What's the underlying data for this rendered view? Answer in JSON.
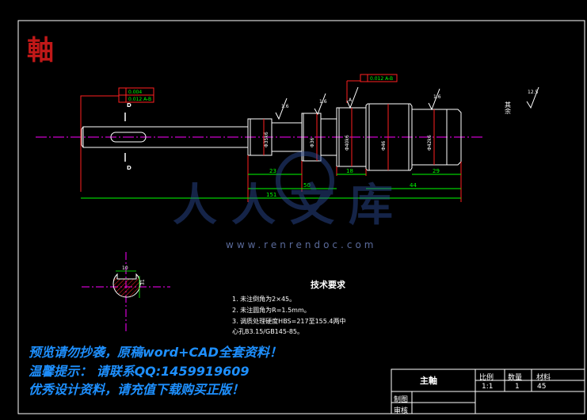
{
  "stamp": "軸",
  "section_label_top": "D",
  "section_label_bottom": "D",
  "tolerances": {
    "frame1_row1": "0.004",
    "frame1_row2": "0.012 A-B",
    "frame2": "0.012 A-B"
  },
  "roughness": [
    "1.6",
    "1.6",
    "1.6",
    "1.6",
    "12.5"
  ],
  "roughness_note": "其余",
  "datum_a": "A",
  "datum_b": "B",
  "diameters": [
    "Φ35k6",
    "Φ36",
    "Φ40k6",
    "Φ46",
    "Φ42k6"
  ],
  "dimensions": {
    "d23": "23",
    "d18": "18",
    "d29": "29",
    "d50": "50",
    "d44": "44",
    "d151": "151"
  },
  "section_dims": {
    "width": "10",
    "depth": "31"
  },
  "requirements": {
    "title": "技术要求",
    "items": [
      "1. 未注倒角为2×45。",
      "2. 未注圆角为R=1.5mm。",
      "3. 调质处理硬度HBS=217至155.4两中",
      "心孔B3.15/GB145-85。"
    ]
  },
  "notices": [
    "预览请勿抄袭，原稿word+CAD全套资料！",
    "温馨提示： 请联系QQ:1459919609",
    "优秀设计资料，请充值下载购买正版！"
  ],
  "watermark": {
    "text": "人人文库",
    "url": "www.renrendoc.com"
  },
  "title_block": {
    "part_name": "主軸",
    "scale_label": "比例",
    "qty_label": "数量",
    "material_label": "材料",
    "scale": "1:1",
    "qty": "1",
    "material": "45",
    "drawn_label": "制图",
    "checked_label": "审核"
  },
  "colors": {
    "outline": "#ffffff",
    "center_line": "#ff00ff",
    "dimension": "#00ff00",
    "leader": "#ff2020",
    "notice": "#1e90ff",
    "stamp": "#c01818"
  }
}
